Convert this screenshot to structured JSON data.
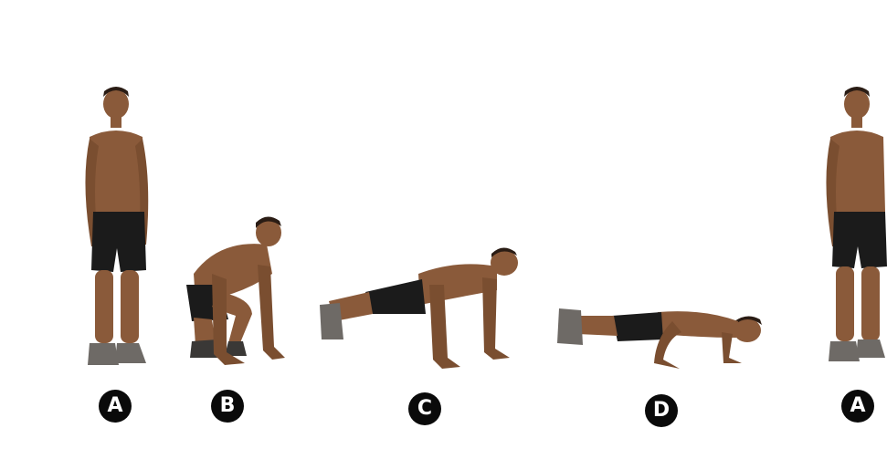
{
  "steps": [
    {
      "label": "A",
      "pose": "standing"
    },
    {
      "label": "B",
      "pose": "squat"
    },
    {
      "label": "C",
      "pose": "plank"
    },
    {
      "label": "D",
      "pose": "push-up-bottom"
    },
    {
      "label": "A",
      "pose": "standing"
    }
  ],
  "colors": {
    "skin": "#8a5a3a",
    "skin_shadow": "#5e3a22",
    "shorts": "#1b1b1b",
    "shoes": "#6e6a66",
    "hair": "#2a1c14",
    "badge": "#0a0a0a",
    "badge_text": "#ffffff",
    "background": "#ffffff"
  }
}
